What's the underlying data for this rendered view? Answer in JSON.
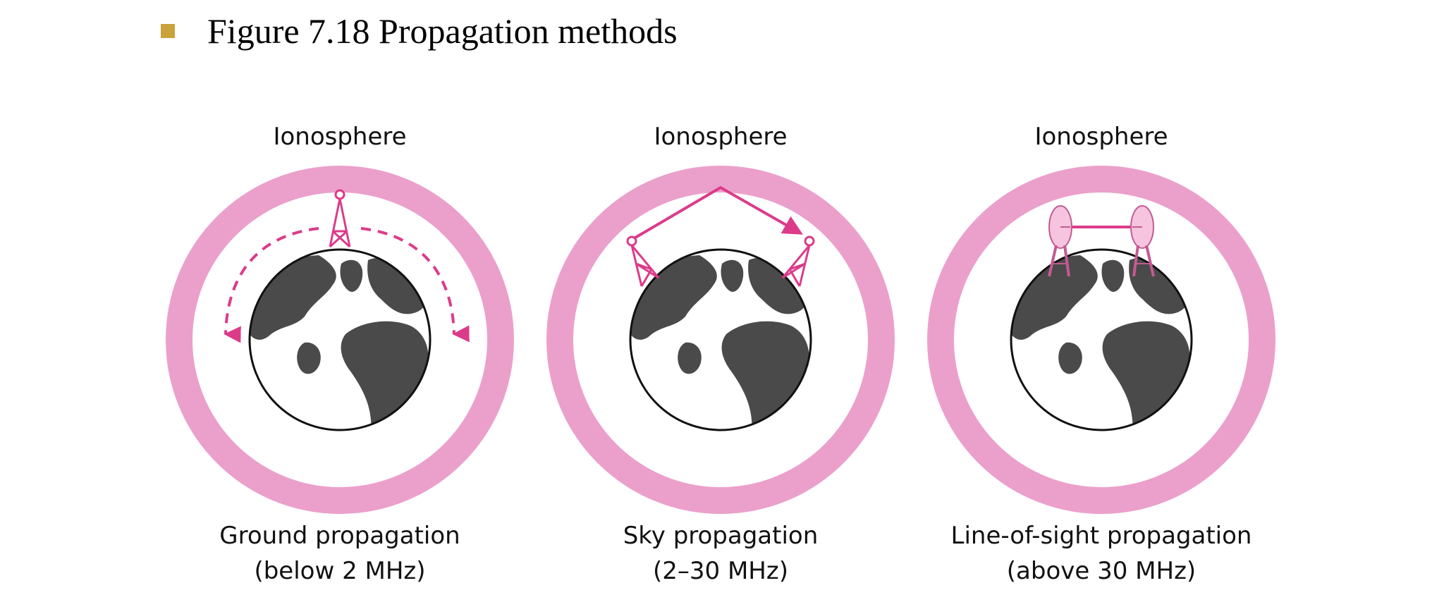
{
  "slide": {
    "title": "Figure 7.18  Propagation methods"
  },
  "panels": [
    {
      "ionosphere_label": "Ionosphere",
      "caption_line1": "Ground propagation",
      "caption_line2": "(below 2 MHz)"
    },
    {
      "ionosphere_label": "Ionosphere",
      "caption_line1": "Sky propagation",
      "caption_line2": "(2–30 MHz)"
    },
    {
      "ionosphere_label": "Ionosphere",
      "caption_line1": "Line-of-sight propagation",
      "caption_line2": "(above 30 MHz)"
    }
  ],
  "colors": {
    "ionosphere": "#eba0cb",
    "signal": "#dc3b8a",
    "earth_land": "#4a4a4a",
    "earth_outline": "#111111",
    "bullet": "#c9a23a"
  }
}
